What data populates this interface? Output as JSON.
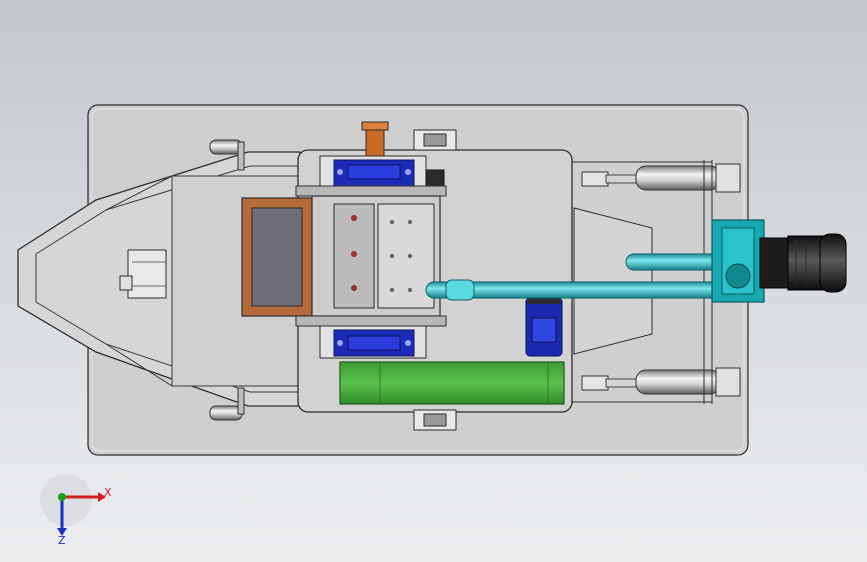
{
  "viewport": {
    "background_top": "#c3c7cc",
    "background_bottom": "#eceef0"
  },
  "model": {
    "icon": "3d-assembly-top-view",
    "frame_color": "#d8d8d8",
    "motor_color": "#1b2bb8",
    "pipe_color": "#33c6d1",
    "belt_cover_color": "#4db33f",
    "hopper_color": "#b86b3c",
    "pump_color": "#17a7b0"
  },
  "triad": {
    "x_label": "X",
    "z_label": "Z",
    "x_color": "#d21e1e",
    "y_color": "#16a316",
    "z_color": "#1e2fc8"
  }
}
